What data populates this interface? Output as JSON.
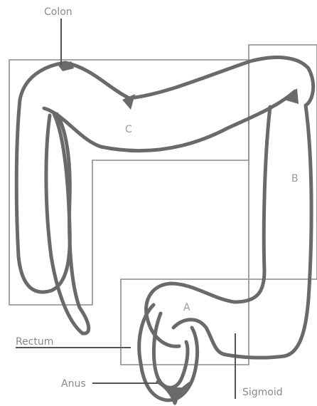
{
  "labels": {
    "colon": "Colon",
    "rectum": "Rectum",
    "anus": "Anus",
    "sigmoid": "Sigmoid"
  },
  "regions": {
    "a": "A",
    "b": "B",
    "c": "C"
  },
  "colors": {
    "organ_outline": "#6a6a6a",
    "box_outline": "#8c8c8c",
    "text": "#8a8a8a"
  }
}
